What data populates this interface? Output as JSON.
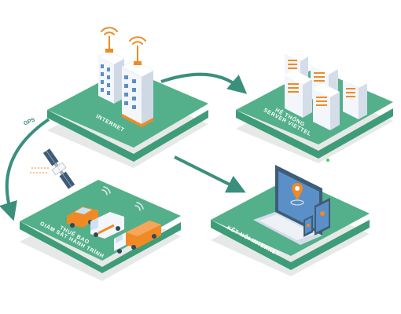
{
  "nodes": {
    "internet": {
      "label": "INTERNET"
    },
    "server": {
      "line1": "HỆ THỐNG",
      "line2": "SERVER VIETTEL"
    },
    "subscriber": {
      "line1": "THUÊ BAO",
      "line2": "GIÁM SÁT HÀNH TRÌNH"
    },
    "connect": {
      "label": "KẾT NỐI INTERNET"
    }
  },
  "gps_label": "GPS",
  "colors": {
    "platform_top": "#53b08b",
    "platform_side": "#3f9c79",
    "platform_shadow": "#e6e9e8",
    "arrow": "#3a8f7d",
    "building": "#f3f6fb",
    "window": "#5b8fc7",
    "accent_orange": "#f08a24"
  }
}
